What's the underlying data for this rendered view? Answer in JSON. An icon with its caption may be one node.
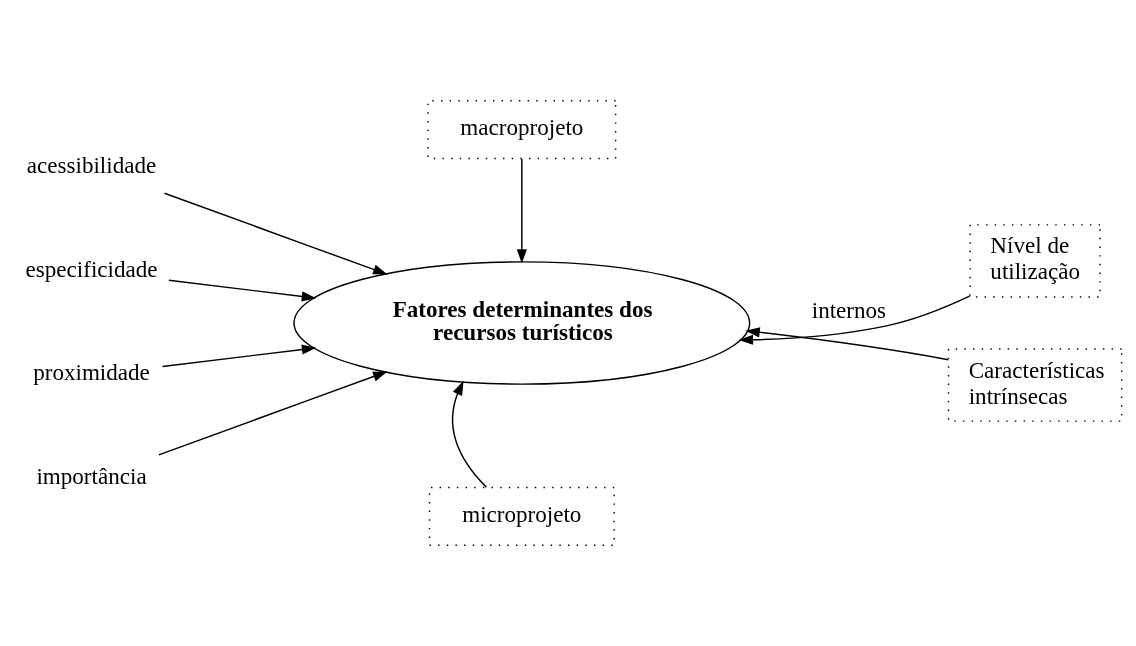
{
  "diagram": {
    "nodes": [
      {
        "text": [
          "macroprojeto"
        ]
      },
      {
        "text": [
          "acessibilidade"
        ]
      },
      {
        "text": [
          "especificidade"
        ]
      },
      {
        "text": [
          "proximidade"
        ]
      },
      {
        "text": [
          "importância"
        ]
      },
      {
        "text": [
          "Fatores determinantes dos recursos turísticos"
        ]
      },
      {
        "text": [
          "Nível de utilização"
        ]
      },
      {
        "text": [
          "Características intrínsecas"
        ]
      },
      {
        "text": [
          "microprojeto"
        ]
      }
    ],
    "edges": [
      {
        "from": 0,
        "to": 5,
        "arrow": "to"
      },
      {
        "from": 1,
        "to": 5,
        "arrow": "to"
      },
      {
        "from": 2,
        "to": 5,
        "arrow": "to"
      },
      {
        "from": 3,
        "to": 5,
        "arrow": "to"
      },
      {
        "from": 4,
        "to": 5,
        "arrow": "to"
      },
      {
        "from": 6,
        "to": 5,
        "arrow": "to",
        "label": "internos"
      },
      {
        "from": 7,
        "to": 5,
        "arrow": "to"
      },
      {
        "from": 8,
        "to": 5,
        "arrow": "to"
      }
    ]
  }
}
